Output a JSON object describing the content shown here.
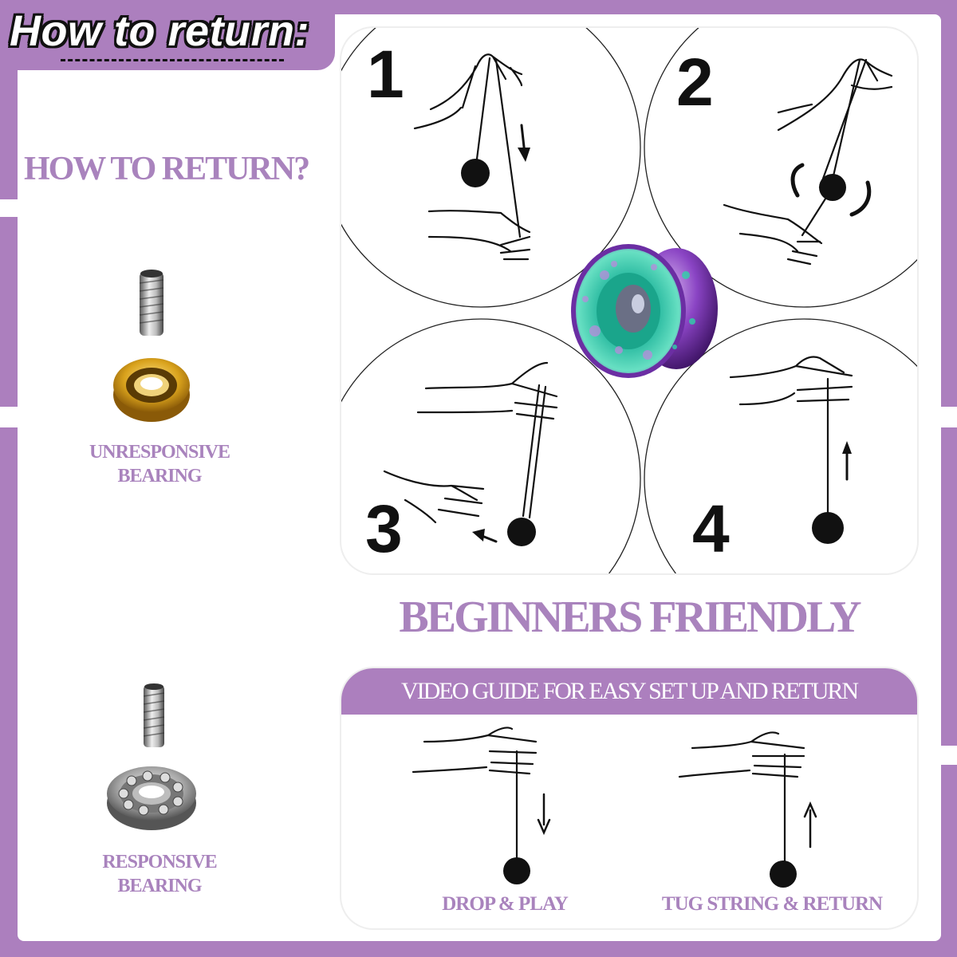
{
  "header": {
    "title": "How to return:"
  },
  "sidebar": {
    "heading": "HOW TO RETURN?",
    "bearings": [
      {
        "label_line1": "UNRESPONSIVE",
        "label_line2": "BEARING",
        "icon": "gold-bearing-icon"
      },
      {
        "label_line1": "RESPONSIVE",
        "label_line2": "BEARING",
        "icon": "steel-bearing-icon"
      }
    ]
  },
  "steps": {
    "numbers": [
      "1",
      "2",
      "3",
      "4"
    ]
  },
  "tagline": "BEGINNERS FRIENDLY",
  "video_guide": {
    "header": "VIDEO GUIDE FOR EASY SET UP AND RETURN",
    "items": [
      {
        "label": "DROP & PLAY",
        "arrow": "down"
      },
      {
        "label": "TUG STRING & RETURN",
        "arrow": "up"
      }
    ]
  },
  "colors": {
    "brand_purple": "#ac7fbe",
    "text_purple": "#a983bd",
    "ink": "#111111"
  }
}
